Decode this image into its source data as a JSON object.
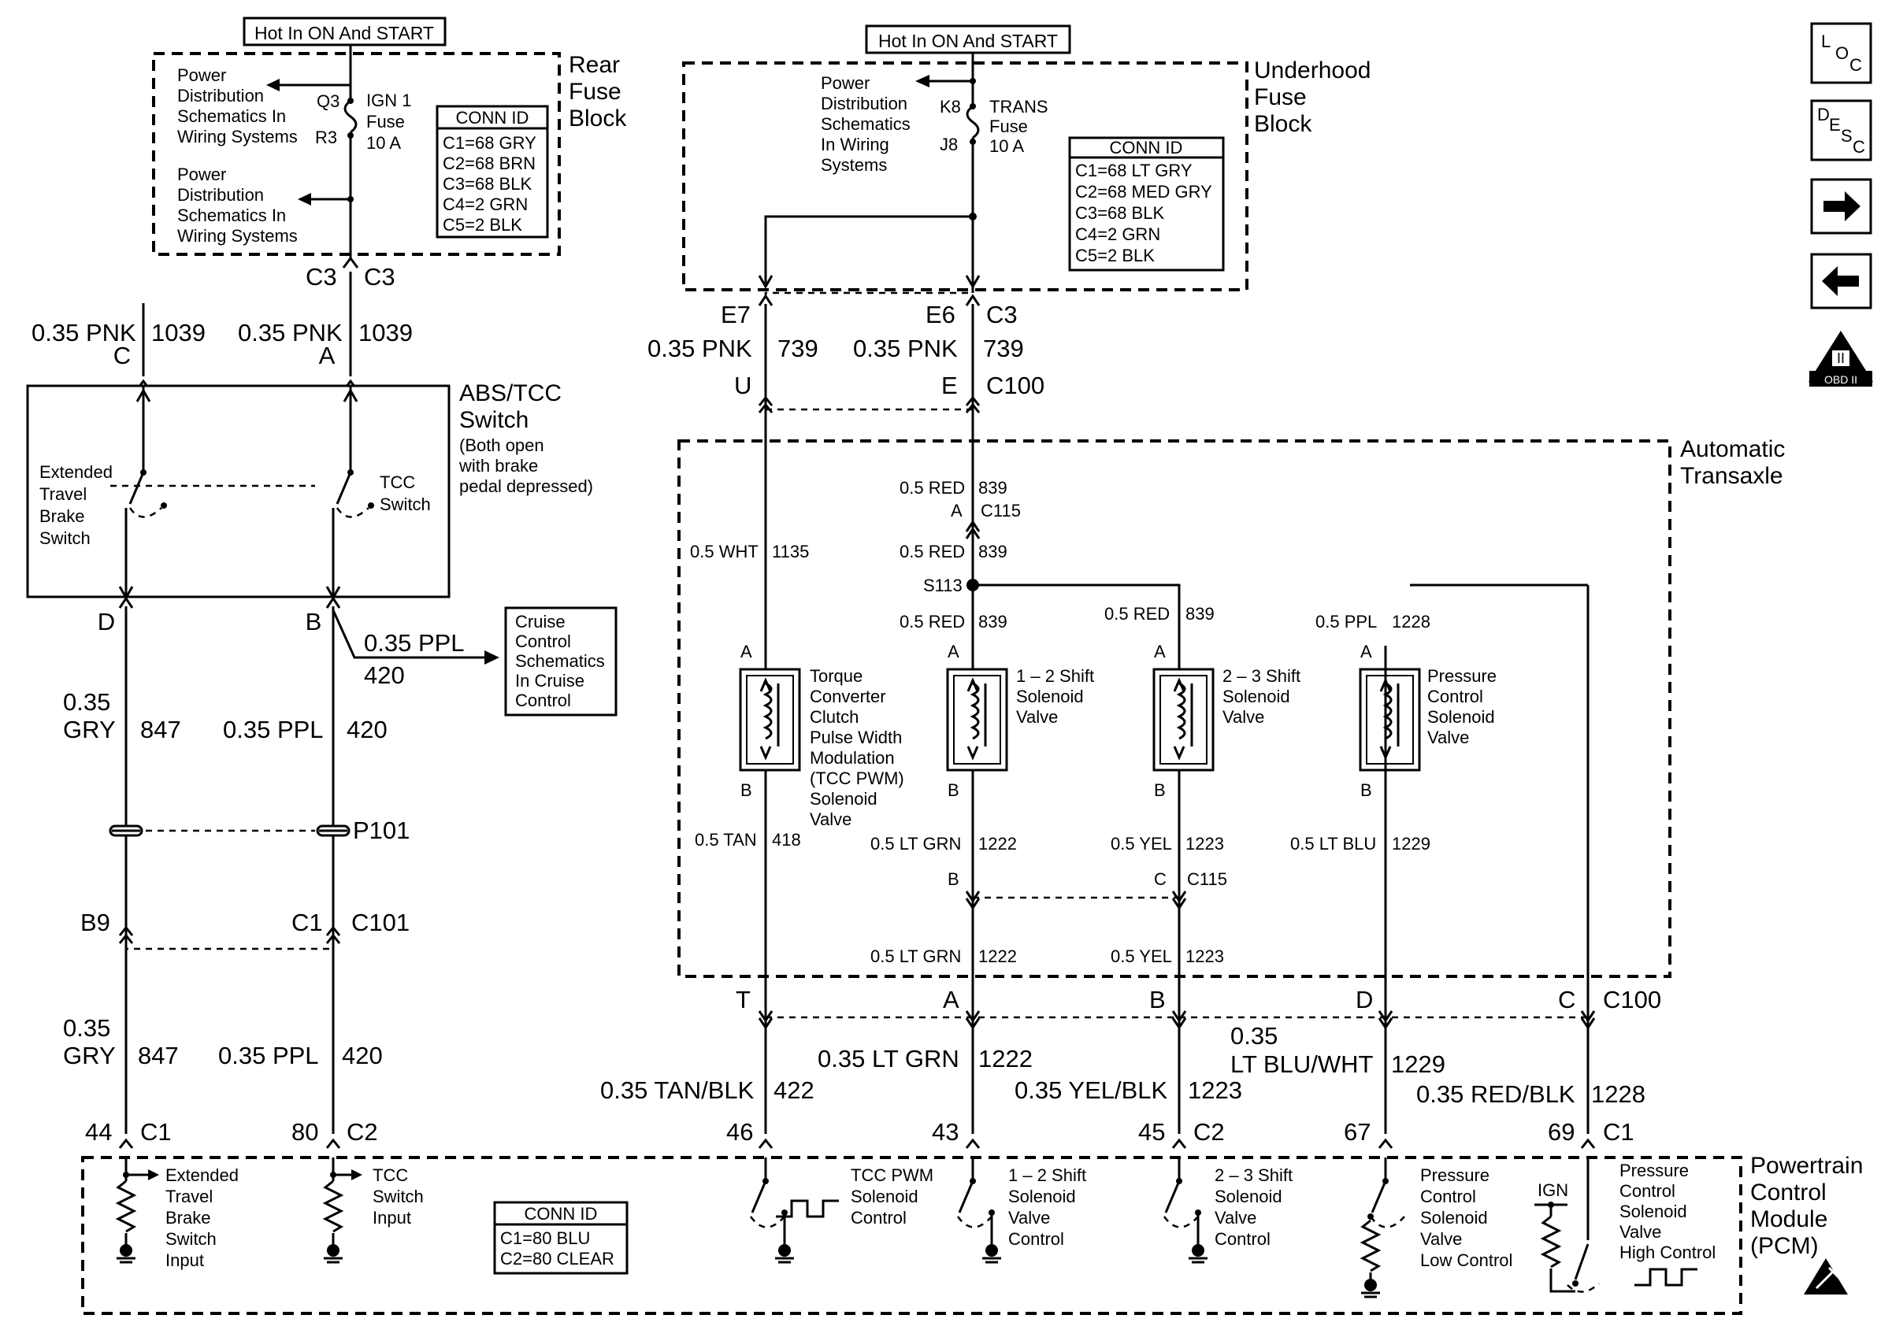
{
  "rear_fuse": {
    "hot_label": "Hot In ON And START",
    "title": [
      "Rear",
      "Fuse",
      "Block"
    ],
    "pd1": [
      "Power",
      "Distribution",
      "Schematics In",
      "Wiring Systems"
    ],
    "pd2": [
      "Power",
      "Distribution",
      "Schematics In",
      "Wiring Systems"
    ],
    "q3": "Q3",
    "r3": "R3",
    "fuse": [
      "IGN 1",
      "Fuse",
      "10 A"
    ],
    "conn": [
      "CONN ID",
      "C1=68 GRY",
      "C2=68 BRN",
      "C3=68 BLK",
      "C4=2 GRN",
      "C5=2 BLK"
    ],
    "c3_left": "C3",
    "c3_right": "C3"
  },
  "underhood_fuse": {
    "hot_label": "Hot In ON And START",
    "title": [
      "Underhood",
      "Fuse",
      "Block"
    ],
    "pd": [
      "Power",
      "Distribution",
      "Schematics",
      "In Wiring",
      "Systems"
    ],
    "k8": "K8",
    "j8": "J8",
    "fuse": [
      "TRANS",
      "Fuse",
      "10 A"
    ],
    "conn": [
      "CONN ID",
      "C1=68 LT GRY",
      "C2=68 MED GRY",
      "C3=68 BLK",
      "C4=2 GRN",
      "C5=2 BLK"
    ],
    "e7": "E7",
    "e6": "E6",
    "c3": "C3"
  },
  "abs_tcc_switch": {
    "title": [
      "ABS/TCC",
      "Switch"
    ],
    "note": [
      "(Both open",
      "with brake",
      "pedal depressed)"
    ],
    "ext_switch": [
      "Extended",
      "Travel",
      "Brake",
      "Switch"
    ],
    "tcc_switch": [
      "TCC",
      "Switch"
    ],
    "pin_c": "C",
    "pin_a": "A",
    "pin_d": "D",
    "pin_b": "B"
  },
  "wires": {
    "w1039_left": [
      "0.35 PNK",
      "1039"
    ],
    "w1039_right": [
      "0.35 PNK",
      "1039"
    ],
    "w739_left": [
      "0.35 PNK",
      "739"
    ],
    "w739_right": [
      "0.35 PNK",
      "739"
    ],
    "w420_branch": [
      "0.35 PPL",
      "420"
    ],
    "w847_top": [
      "0.35",
      "GRY",
      "847"
    ],
    "w420_top": [
      "0.35 PPL",
      "420"
    ],
    "w847_bot": [
      "0.35",
      "GRY",
      "847"
    ],
    "w420_bot": [
      "0.35 PPL",
      "420"
    ],
    "w422": [
      "0.35 TAN/BLK",
      "422"
    ],
    "w1222": [
      "0.35 LT GRN",
      "1222"
    ],
    "w1223": [
      "0.35 YEL/BLK",
      "1223"
    ],
    "w1229": [
      "0.35",
      "LT BLU/WHT",
      "1229"
    ],
    "w1228": [
      "0.35 RED/BLK",
      "1228"
    ]
  },
  "cruise": [
    "Cruise",
    "Control",
    "Schematics",
    "In Cruise",
    "Control"
  ],
  "p101": "P101",
  "c101": {
    "b9": "B9",
    "c1": "C1",
    "name": "C101"
  },
  "c100_top": {
    "u": "U",
    "e": "E",
    "name": "C100"
  },
  "transaxle": {
    "title": [
      "Automatic",
      "Transaxle"
    ],
    "w839a": [
      "0.5 RED",
      "839"
    ],
    "c115_a": [
      "A",
      "C115"
    ],
    "w839b": [
      "0.5 RED",
      "839"
    ],
    "w1135": [
      "0.5 WHT",
      "1135"
    ],
    "s113": "S113",
    "w839c": [
      "0.5 RED",
      "839"
    ],
    "w839d": [
      "0.5 RED",
      "839"
    ],
    "w1228": [
      "0.5 PPL",
      "1228"
    ],
    "tcc_pwm": [
      "Torque",
      "Converter",
      "Clutch",
      "Pulse Width",
      "Modulation",
      "(TCC PWM)",
      "Solenoid",
      "Valve"
    ],
    "shift12": [
      "1 – 2 Shift",
      "Solenoid",
      "Valve"
    ],
    "shift23": [
      "2 – 3 Shift",
      "Solenoid",
      "Valve"
    ],
    "pressure": [
      "Pressure",
      "Control",
      "Solenoid",
      "Valve"
    ],
    "pin_a": "A",
    "pin_b": "B",
    "w418": [
      "0.5 TAN",
      "418"
    ],
    "w1222a": [
      "0.5 LT GRN",
      "1222"
    ],
    "w1223a": [
      "0.5 YEL",
      "1223"
    ],
    "w1229": [
      "0.5 LT BLU",
      "1229"
    ],
    "c115_b": "B",
    "c115_c": [
      "C",
      "C115"
    ],
    "w1222b": [
      "0.5 LT GRN",
      "1222"
    ],
    "w1223b": [
      "0.5 YEL",
      "1223"
    ]
  },
  "c100_bot": {
    "t": "T",
    "a": "A",
    "b": "B",
    "d": "D",
    "c": "C",
    "name": "C100"
  },
  "pcm": {
    "title": [
      "Powertrain",
      "Control",
      "Module",
      "(PCM)"
    ],
    "pins": {
      "p44": "44",
      "c1a": "C1",
      "p80": "80",
      "c2a": "C2",
      "p46": "46",
      "p43": "43",
      "p45": "45",
      "c2b": "C2",
      "p67": "67",
      "p69": "69",
      "c1b": "C1"
    },
    "ext_input": [
      "Extended",
      "Travel",
      "Brake",
      "Switch",
      "Input"
    ],
    "tcc_input": [
      "TCC",
      "Switch",
      "Input"
    ],
    "conn": [
      "CONN ID",
      "C1=80 BLU",
      "C2=80 CLEAR"
    ],
    "tcc_pwm_ctl": [
      "TCC PWM",
      "Solenoid",
      "Control"
    ],
    "shift12_ctl": [
      "1 – 2 Shift",
      "Solenoid",
      "Valve",
      "Control"
    ],
    "shift23_ctl": [
      "2 – 3 Shift",
      "Solenoid",
      "Valve",
      "Control"
    ],
    "pcs_low": [
      "Pressure",
      "Control",
      "Solenoid",
      "Valve",
      "Low Control"
    ],
    "ign": "IGN",
    "pcs_high": [
      "Pressure",
      "Control",
      "Solenoid",
      "Valve",
      "High Control"
    ]
  },
  "nav": {
    "loc": [
      "L",
      "O",
      "C"
    ],
    "desc": [
      "D",
      "E",
      "S",
      "C"
    ],
    "obd": [
      "II",
      "OBD II"
    ]
  }
}
